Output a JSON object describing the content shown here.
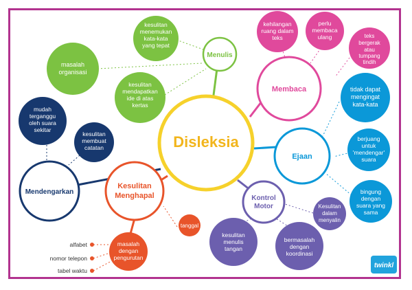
{
  "colors": {
    "frame": "#b2338f",
    "yellow": "#f6d12b",
    "green": "#7cc242",
    "pink": "#e0499c",
    "blue": "#0b98d8",
    "purple": "#6c5fae",
    "orange": "#e8542a",
    "navy": "#17386e",
    "center_text": "#f2b51c",
    "badge": "#21a3dd"
  },
  "center": {
    "label": "Disleksia"
  },
  "branches": {
    "menulis": {
      "label": "Menulis",
      "children": [
        "kesulitan menemukan kata-kata yang tepat",
        "masalah organisasi",
        "kesulitan mendapatkan ide di atas kertas"
      ]
    },
    "membaca": {
      "label": "Membaca",
      "children": [
        "kehilangan ruang dalam teks",
        "perlu membaca ulang",
        "teks bergerak atau tumpang tindih"
      ]
    },
    "ejaan": {
      "label": "Ejaan",
      "children": [
        "tidak dapat mengingat kata-kata",
        "berjuang untuk 'mendengar' suara",
        "bingung dengan suara yang sama"
      ]
    },
    "kontrol": {
      "label": "Kontrol Motor",
      "children": [
        "Kesulitan dalam menyalin",
        "bermasalah dengan koordinasi",
        "kesulitan menulis tangan"
      ]
    },
    "menghapal": {
      "label": "Kesulitan Menghapal",
      "children": [
        "tanggal",
        "masalah dengan pengurutan"
      ],
      "sub_items": [
        "alfabet",
        "nomor telepon",
        "tabel waktu"
      ]
    },
    "mendengarkan": {
      "label": "Mendengarkan",
      "children": [
        "mudah terganggu oleh suara sekitar",
        "kesulitan membuat catatan"
      ]
    }
  },
  "brand": {
    "label": "twinkl"
  }
}
